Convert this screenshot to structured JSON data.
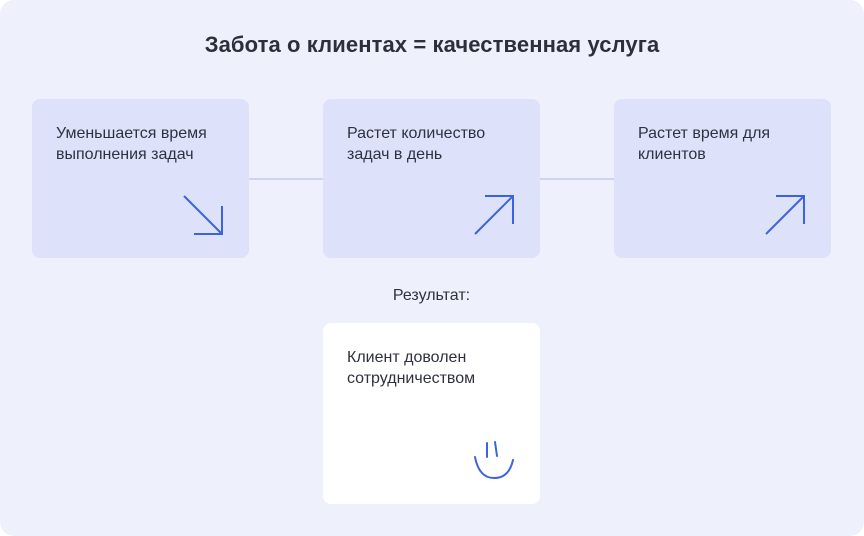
{
  "title": "Забота о клиентах = качественная услуга",
  "colors": {
    "background": "#eef1fc",
    "card": "#dde2fa",
    "result_card": "#ffffff",
    "connector": "#cdd4f0",
    "accent": "#3b63e0",
    "text": "#2f3140"
  },
  "steps": [
    {
      "text": "Уменьшается время выполнения задач",
      "icon": "arrow-down-right-icon"
    },
    {
      "text": "Растет количество задач в день",
      "icon": "arrow-up-right-icon"
    },
    {
      "text": "Растет время для клиентов",
      "icon": "arrow-up-right-icon"
    }
  ],
  "result": {
    "label": "Результат:",
    "text": "Клиент доволен сотрудничеством",
    "icon": "smile-icon"
  }
}
